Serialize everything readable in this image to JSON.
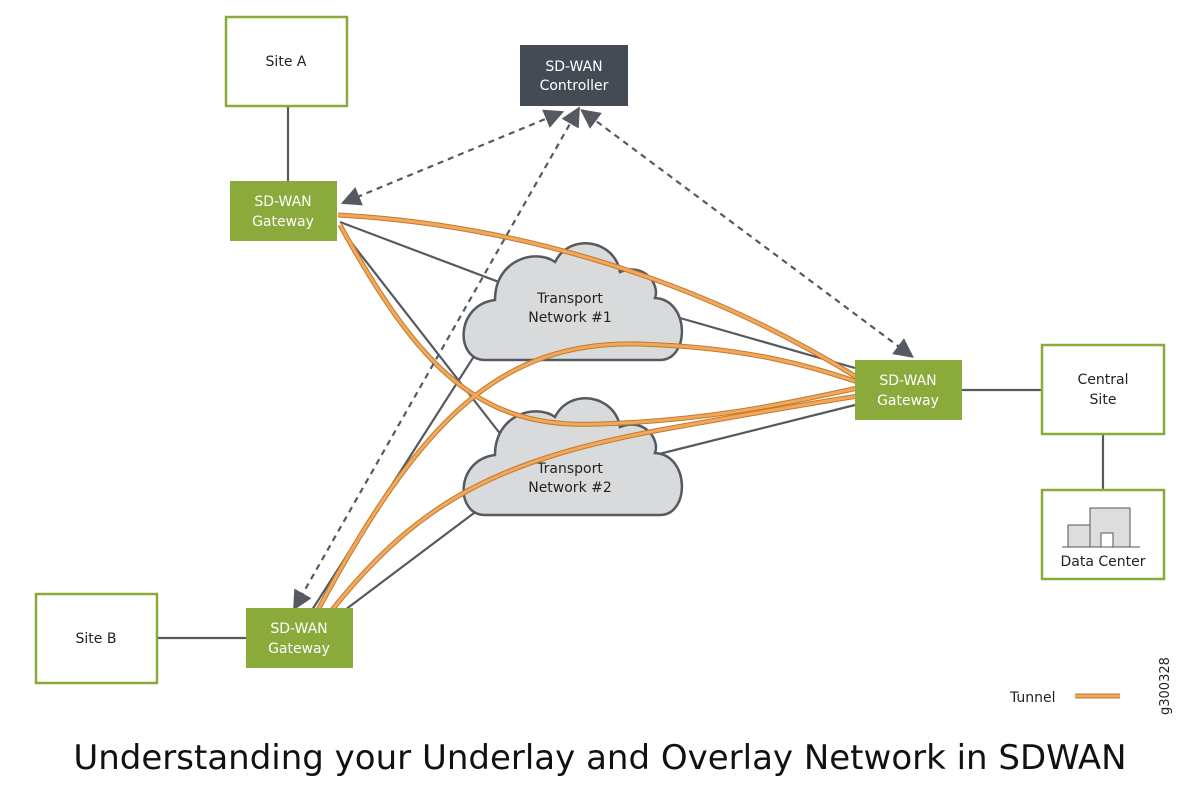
{
  "nodes": {
    "site_a": {
      "label": "Site A"
    },
    "site_b": {
      "label": "Site B"
    },
    "controller": {
      "line1": "SD-WAN",
      "line2": "Controller"
    },
    "gateway_a": {
      "line1": "SD-WAN",
      "line2": "Gateway"
    },
    "gateway_b": {
      "line1": "SD-WAN",
      "line2": "Gateway"
    },
    "gateway_central": {
      "line1": "SD-WAN",
      "line2": "Gateway"
    },
    "central_site": {
      "line1": "Central",
      "line2": "Site"
    },
    "data_center": {
      "label": "Data Center",
      "icon": "building-icon"
    },
    "transport_1": {
      "line1": "Transport",
      "line2": "Network #1"
    },
    "transport_2": {
      "line1": "Transport",
      "line2": "Network #2"
    }
  },
  "legend": {
    "tunnel_label": "Tunnel"
  },
  "figure_id": "g300328",
  "caption": "Understanding your Underlay and Overlay Network in SDWAN",
  "colors": {
    "gateway_green": "#8aaa3c",
    "site_border": "#8aaa3c",
    "controller_dark": "#454b55",
    "cloud_fill": "#d9dadb",
    "line_gray": "#555a60",
    "tunnel_orange": "#f0a050"
  }
}
